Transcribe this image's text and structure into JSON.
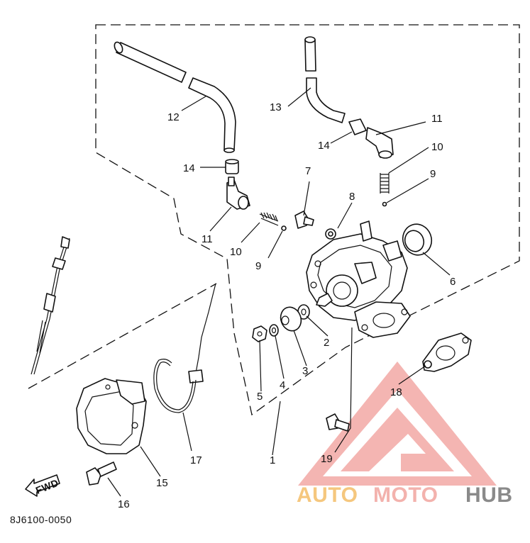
{
  "diagram": {
    "callouts": [
      "1",
      "2",
      "3",
      "4",
      "5",
      "6",
      "7",
      "8",
      "9",
      "10",
      "11",
      "12",
      "13",
      "14",
      "15",
      "16",
      "17",
      "18",
      "19"
    ],
    "callout_repeats": {
      "9b": "9",
      "10b": "10",
      "11b": "11",
      "14b": "14"
    },
    "part_code": "8J6100-0050",
    "fwd_label": "FWD"
  },
  "watermark": {
    "part1": "AUTO",
    "part2": "MOTO",
    "part3": "HUB",
    "colors": {
      "auto": "#f5c77e",
      "moto": "#f3b2ad",
      "hub": "#8a8a8a",
      "triangle": "#f2a8a4"
    }
  }
}
